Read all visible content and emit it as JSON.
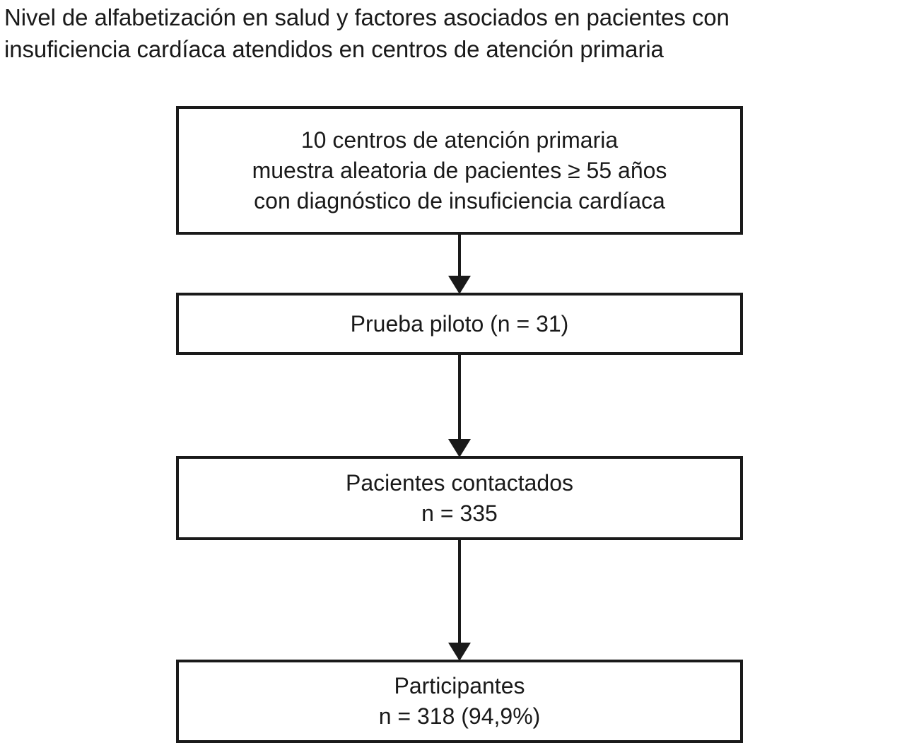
{
  "figure": {
    "title_lines": [
      "Nivel de alfabetización en salud y factores asociados en pacientes con",
      "insuficiencia cardíaca atendidos en centros de atención primaria"
    ],
    "background_color": "#ffffff",
    "stroke_color": "#1a1a1a"
  },
  "flowchart": {
    "type": "flowchart",
    "orientation": "vertical",
    "boxes": [
      {
        "id": "box-1",
        "name": "centros-atencion-primaria",
        "lines": [
          "10 centros de atención primaria",
          "muestra aleatoria de pacientes ≥ 55 años",
          "con diagnóstico de insuficiencia cardíaca"
        ]
      },
      {
        "id": "box-2",
        "name": "prueba-piloto",
        "lines": [
          "Prueba piloto (n = 31)"
        ]
      },
      {
        "id": "box-3",
        "name": "pacientes-contactados",
        "lines": [
          "Pacientes contactados",
          "n = 335"
        ]
      },
      {
        "id": "box-4",
        "name": "participantes",
        "lines": [
          "Participantes",
          "n = 318 (94,9%)"
        ]
      }
    ],
    "arrows": [
      {
        "id": "arrow-1",
        "from": "box-1",
        "to": "box-2"
      },
      {
        "id": "arrow-2",
        "from": "box-2",
        "to": "box-3"
      },
      {
        "id": "arrow-3",
        "from": "box-3",
        "to": "box-4"
      }
    ]
  }
}
